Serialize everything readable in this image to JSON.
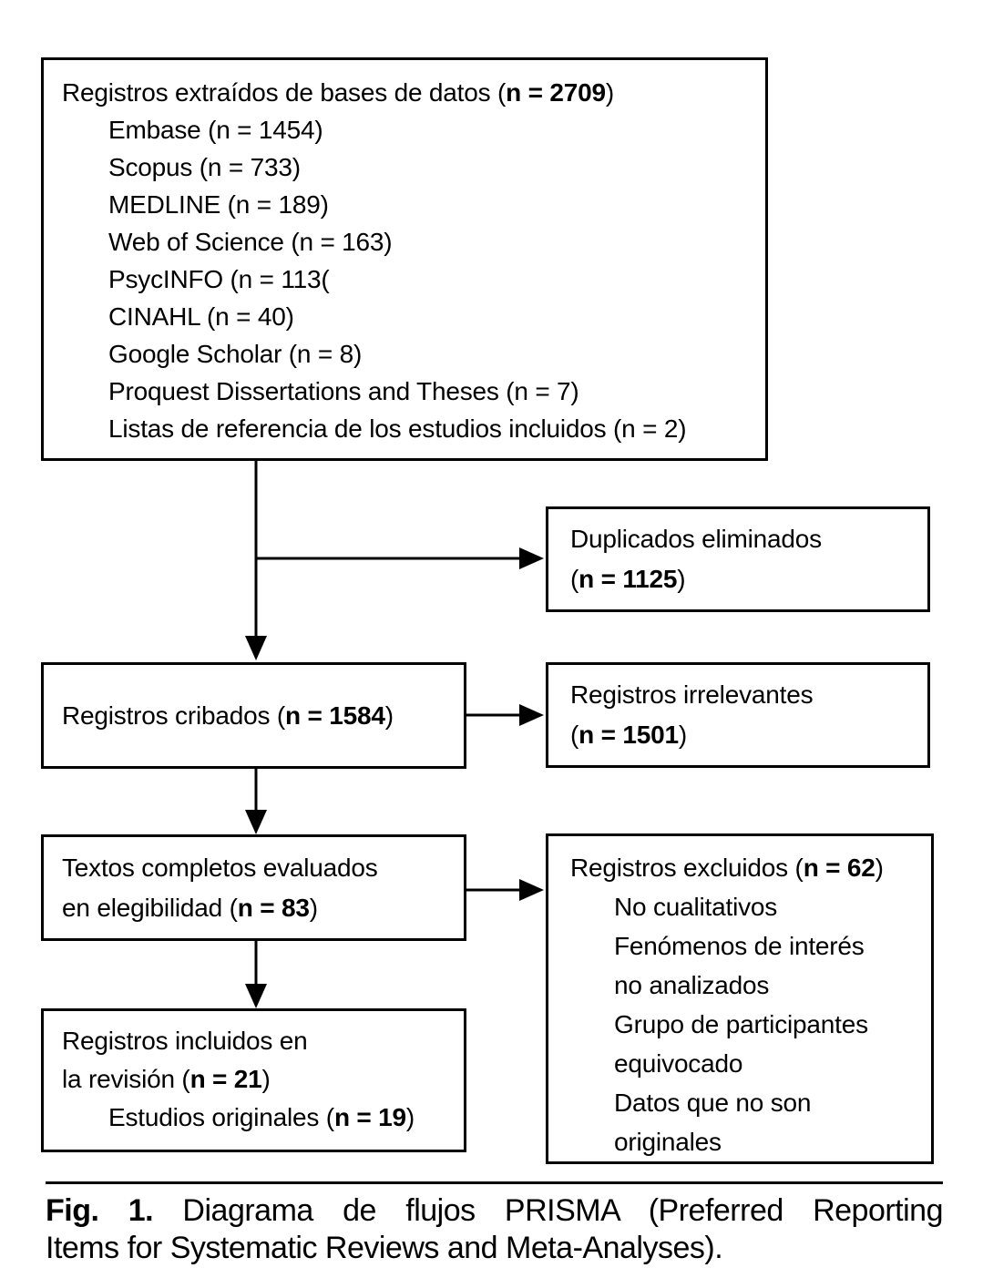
{
  "diagram": {
    "identification": {
      "title_prefix": "Registros extraídos de bases de datos (",
      "title_n": "n = 2709",
      "title_suffix": ")",
      "sources": [
        "Embase (n = 1454)",
        "Scopus (n = 733)",
        "MEDLINE (n = 189)",
        "Web of Science (n = 163)",
        "PsycINFO (n = 113(",
        "CINAHL (n = 40)",
        "Google Scholar (n = 8)",
        "Proquest Dissertations and Theses (n = 7)",
        "Listas de referencia de los estudios incluidos (n = 2)"
      ]
    },
    "duplicates_removed": {
      "line1": "Duplicados eliminados",
      "n_prefix": "(",
      "n": "n = 1125",
      "n_suffix": ")"
    },
    "screened": {
      "prefix": "Registros cribados (",
      "n": "n = 1584",
      "suffix": ")"
    },
    "irrelevant": {
      "line1": "Registros irrelevantes",
      "n_prefix": "(",
      "n": "n = 1501",
      "n_suffix": ")"
    },
    "fulltext_assessed": {
      "line1": "Textos completos evaluados",
      "line2_prefix": "en elegibilidad (",
      "n": "n = 83",
      "suffix": ")"
    },
    "excluded": {
      "title_prefix": "Registros excluidos (",
      "n": "n = 62",
      "suffix": ")",
      "reason_lines": [
        "No cualitativos",
        "Fenómenos de interés",
        "no analizados",
        "Grupo de participantes",
        "equivocado",
        "Datos que no son",
        "originales"
      ]
    },
    "included": {
      "line1": "Registros incluidos en",
      "line2_prefix": "la revisión (",
      "n_review": "n = 21",
      "line2_suffix": ")",
      "sub_prefix": "Estudios originales (",
      "n_original": "n = 19",
      "sub_suffix": ")"
    }
  },
  "figure": {
    "caption": {
      "label": "Fig. 1.",
      "line1_rest": "Diagrama de flujos PRISMA (Preferred Reporting",
      "line2": "Items for Systematic Reviews and Meta-Analyses)."
    }
  }
}
